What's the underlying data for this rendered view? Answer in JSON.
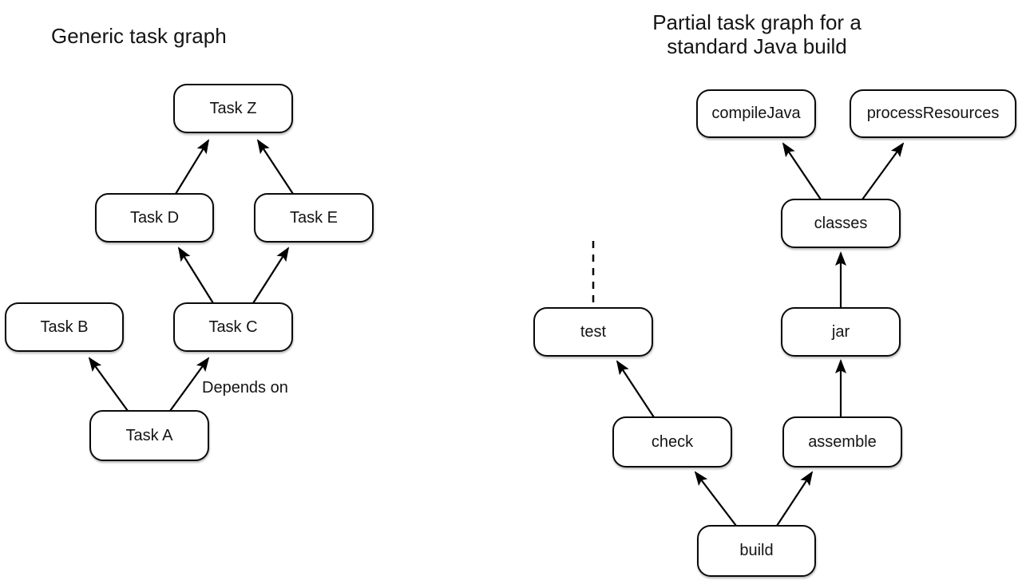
{
  "colors": {
    "background": "#ffffff",
    "stroke": "#000000",
    "box_fill": "#ffffff",
    "text": "#141414"
  },
  "left_graph": {
    "title": "Generic task graph",
    "edge_label": "Depends on",
    "nodes": {
      "task_z": {
        "label": "Task Z"
      },
      "task_d": {
        "label": "Task D"
      },
      "task_e": {
        "label": "Task E"
      },
      "task_b": {
        "label": "Task B"
      },
      "task_c": {
        "label": "Task C"
      },
      "task_a": {
        "label": "Task A"
      }
    },
    "edges": [
      {
        "from": "task_d",
        "to": "task_z"
      },
      {
        "from": "task_e",
        "to": "task_z"
      },
      {
        "from": "task_c",
        "to": "task_d"
      },
      {
        "from": "task_c",
        "to": "task_e"
      },
      {
        "from": "task_a",
        "to": "task_b"
      },
      {
        "from": "task_a",
        "to": "task_c",
        "label": "Depends on"
      }
    ]
  },
  "right_graph": {
    "title_line1": "Partial task graph for a",
    "title_line2": "standard Java build",
    "nodes": {
      "compile_java": {
        "label": "compileJava"
      },
      "process_resources": {
        "label": "processResources"
      },
      "classes": {
        "label": "classes"
      },
      "test": {
        "label": "test"
      },
      "jar": {
        "label": "jar"
      },
      "check": {
        "label": "check"
      },
      "assemble": {
        "label": "assemble"
      },
      "build": {
        "label": "build"
      }
    },
    "edges": [
      {
        "from": "classes",
        "to": "compile_java"
      },
      {
        "from": "classes",
        "to": "process_resources"
      },
      {
        "from": "jar",
        "to": "classes"
      },
      {
        "from": "assemble",
        "to": "jar"
      },
      {
        "from": "check",
        "to": "test"
      },
      {
        "from": "build",
        "to": "check"
      },
      {
        "from": "build",
        "to": "assemble"
      }
    ],
    "truncation_marker": {
      "style": "dashed-line",
      "above_node": "test"
    }
  }
}
